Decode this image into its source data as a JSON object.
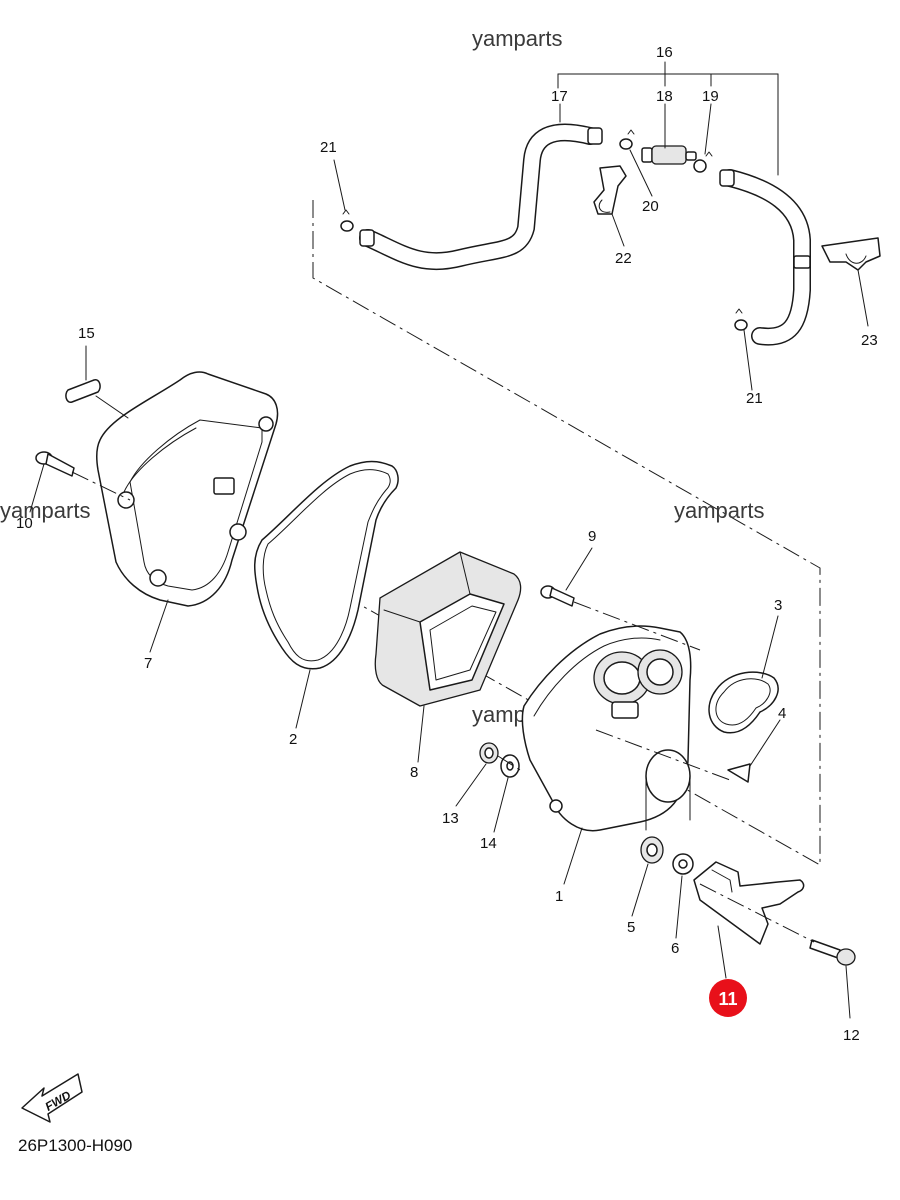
{
  "watermarks": [
    "yamparts",
    "yamparts",
    "yamparts",
    "yamparts"
  ],
  "callouts": {
    "p1": "1",
    "p2": "2",
    "p3": "3",
    "p4": "4",
    "p5": "5",
    "p6": "6",
    "p7": "7",
    "p8": "8",
    "p9": "9",
    "p10": "10",
    "p12": "12",
    "p13": "13",
    "p14": "14",
    "p15": "15",
    "p16": "16",
    "p17": "17",
    "p18": "18",
    "p19": "19",
    "p20": "20",
    "p21a": "21",
    "p21b": "21",
    "p22": "22",
    "p23": "23"
  },
  "highlight": {
    "label": "11",
    "color": "#e8101a"
  },
  "fwd_label": "FWD",
  "diagram_code": "26P1300-H090"
}
